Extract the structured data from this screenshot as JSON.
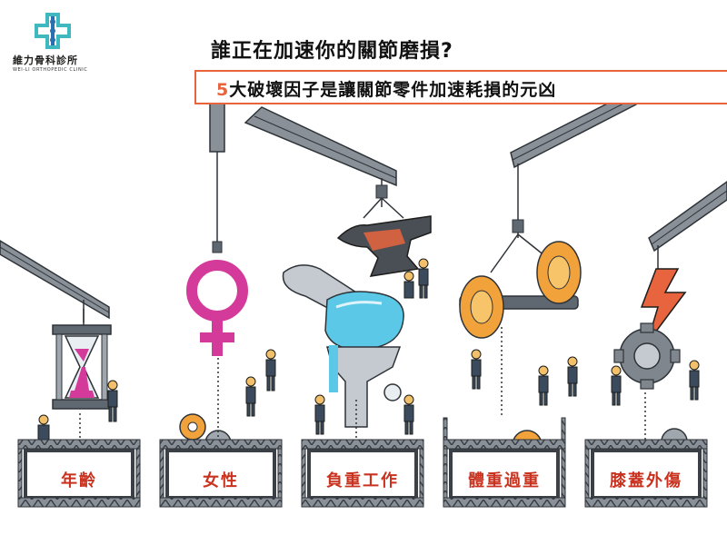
{
  "logo": {
    "name": "維力骨科診所",
    "subtitle": "WEI-LI ORTHOPEDIC CLINIC"
  },
  "title": "誰正在加速你的關節磨損?",
  "subtitle": {
    "number": "5",
    "text": "大破壞因子是讓關節零件加速耗損的元凶"
  },
  "factors": [
    {
      "label": "年齡"
    },
    {
      "label": "女性"
    },
    {
      "label": "負重工作"
    },
    {
      "label": "體重過重"
    },
    {
      "label": "膝蓋外傷"
    }
  ],
  "colors": {
    "accent": "#e7643e",
    "label": "#c8321f",
    "magenta": "#d43a9a",
    "cyan": "#5ac8e6",
    "orange": "#f2a23a",
    "steel": "#5f6770"
  }
}
